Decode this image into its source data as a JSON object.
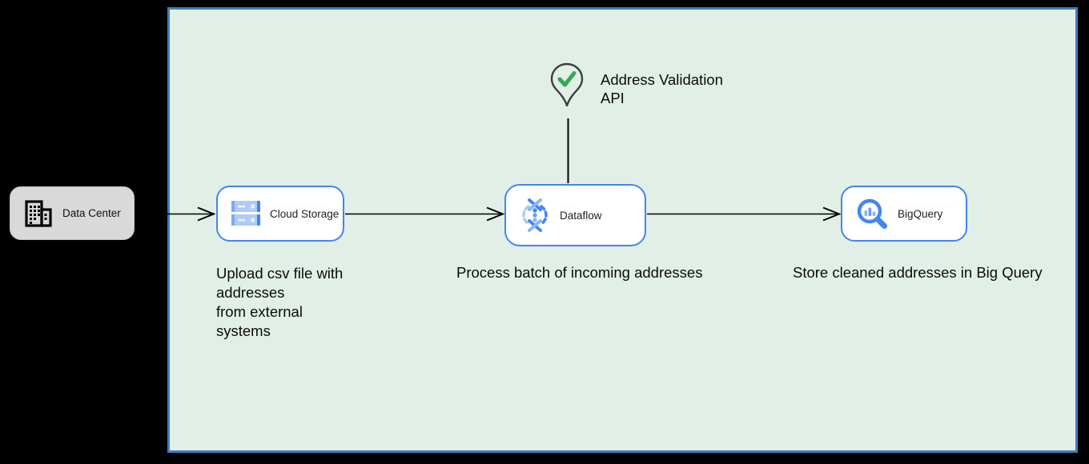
{
  "diagram": {
    "title_hint": "Address validation batch pipeline",
    "nodes": {
      "data_center": {
        "label": "Data Center",
        "icon": "building-icon"
      },
      "cloud_storage": {
        "label": "Cloud Storage",
        "icon": "cloud-storage-icon"
      },
      "dataflow": {
        "label": "Dataflow",
        "icon": "dataflow-icon"
      },
      "bigquery": {
        "label": "BigQuery",
        "icon": "bigquery-icon"
      },
      "address_validation": {
        "label": "Address Validation\nAPI",
        "icon": "location-pin-check-icon"
      }
    },
    "captions": {
      "cloud_storage": "Upload csv file with\naddresses\nfrom external\nsystems",
      "dataflow": "Process batch of incoming addresses",
      "bigquery": "Store cleaned addresses in Big Query"
    },
    "edges": [
      {
        "from": "data_center",
        "to": "cloud_storage",
        "style": "open-arrow"
      },
      {
        "from": "cloud_storage",
        "to": "dataflow",
        "style": "open-arrow"
      },
      {
        "from": "dataflow",
        "to": "bigquery",
        "style": "open-arrow"
      },
      {
        "from": "address_validation",
        "to": "dataflow",
        "style": "plain-line"
      }
    ],
    "colors": {
      "page_background": "#000000",
      "area_fill": "#e2efe6",
      "area_border": "#3e7fc0",
      "node_border": "#4285f4",
      "node_fill": "#ffffff",
      "data_center_fill": "#d9d9d9",
      "icon_blue": "#4285f4",
      "icon_light_blue": "#aecbfa",
      "check_green": "#34a853",
      "pin_outline": "#3c4043",
      "connector": "#000000",
      "text": "#0b0b0b"
    }
  }
}
